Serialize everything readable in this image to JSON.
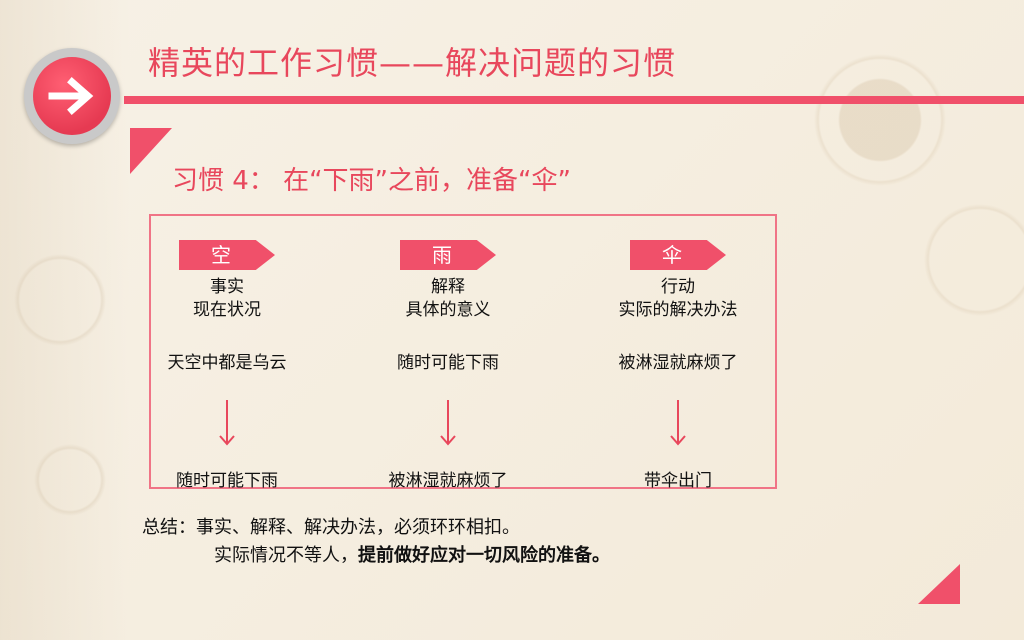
{
  "title": "精英的工作习惯——解决问题的习惯",
  "subtitle": "习惯 4： 在“下雨”之前，准备“伞”",
  "columns": [
    {
      "tag": "空",
      "heading1": "事实",
      "heading2": "现在状况",
      "fact": "天空中都是乌云",
      "result": "随时可能下雨"
    },
    {
      "tag": "雨",
      "heading1": "解释",
      "heading2": "具体的意义",
      "fact": "随时可能下雨",
      "result": "被淋湿就麻烦了"
    },
    {
      "tag": "伞",
      "heading1": "行动",
      "heading2": "实际的解决办法",
      "fact": "被淋湿就麻烦了",
      "result": "带伞出门"
    }
  ],
  "summary": {
    "line1": "总结：事实、解释、解决办法，必须环环相扣。",
    "line2_prefix": "实际情况不等人，",
    "line2_bold": "提前做好应对一切风险的准备。"
  },
  "colors": {
    "accent": "#f0506a",
    "title": "#e8475c",
    "box_border": "#f07486"
  },
  "icons": {
    "header": "arrow-right-icon",
    "flow": "arrow-down-icon"
  }
}
